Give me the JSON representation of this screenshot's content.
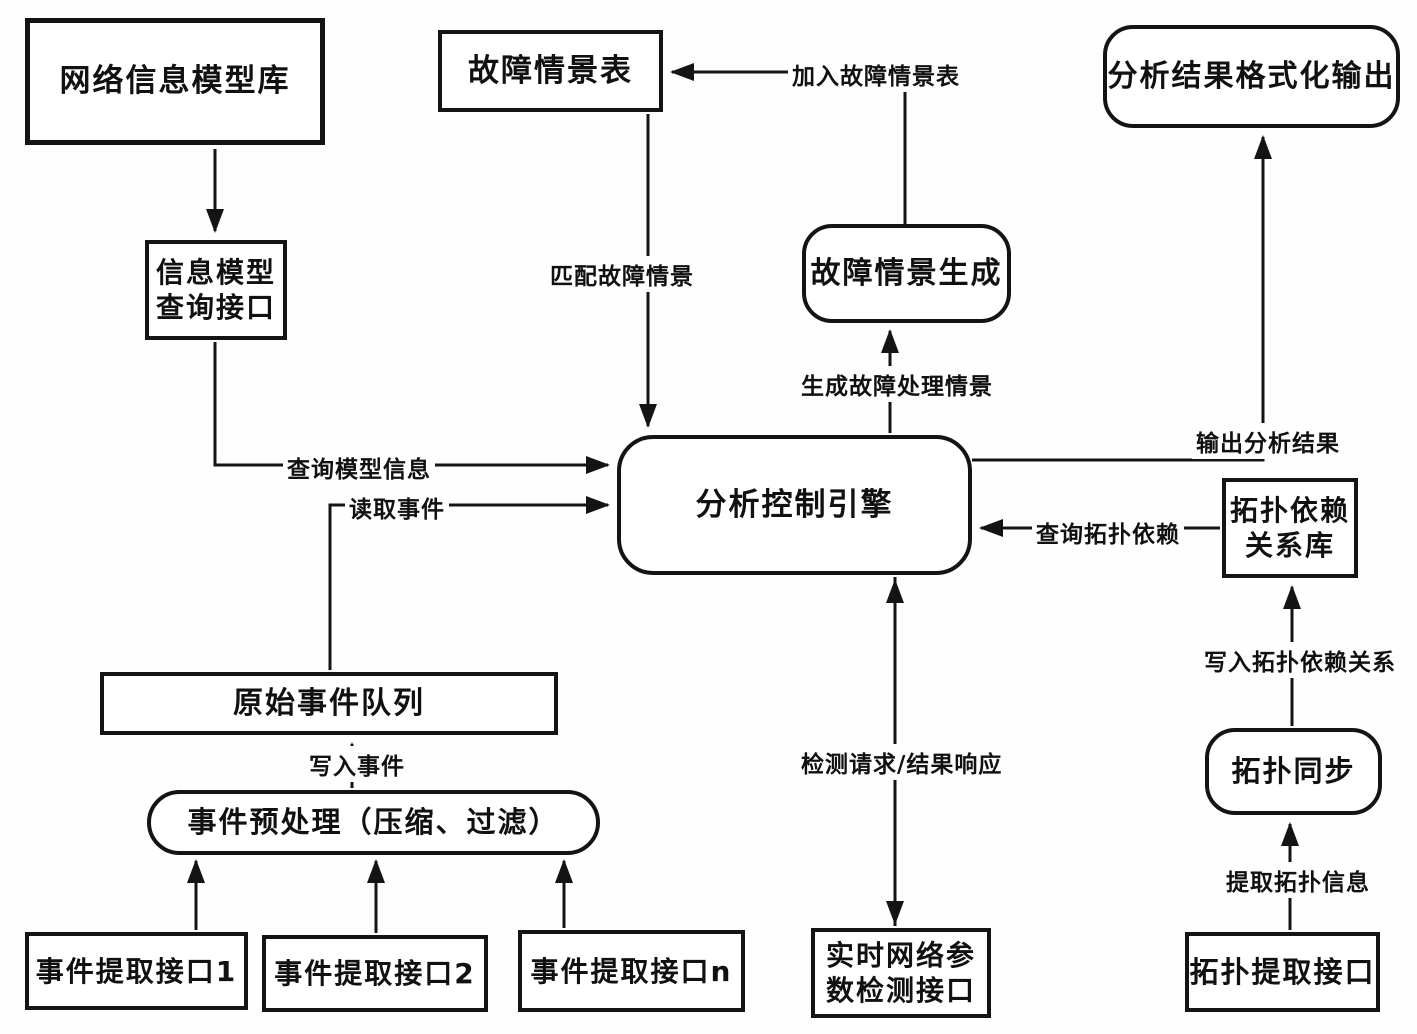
{
  "colors": {
    "background": "#fefefe",
    "ink": "#141414"
  },
  "nodes": {
    "network_model_lib": {
      "label": "网络信息模型库"
    },
    "info_model_query": {
      "line1": "信息模型",
      "line2": "查询接口"
    },
    "fault_scenario_table": {
      "label": "故障情景表"
    },
    "analysis_output": {
      "label": "分析结果格式化输出"
    },
    "fault_scenario_gen": {
      "label": "故障情景生成"
    },
    "analysis_engine": {
      "label": "分析控制引擎"
    },
    "topo_dep_lib": {
      "line1": "拓扑依赖",
      "line2": "关系库"
    },
    "raw_event_queue": {
      "label": "原始事件队列"
    },
    "event_preprocess": {
      "label": "事件预处理（压缩、过滤）"
    },
    "event_iface_1": {
      "label": "事件提取接口1"
    },
    "event_iface_2": {
      "label": "事件提取接口2"
    },
    "event_iface_n": {
      "label": "事件提取接口n"
    },
    "realtime_param_iface": {
      "line1": "实时网络参",
      "line2": "数检测接口"
    },
    "topo_sync": {
      "label": "拓扑同步"
    },
    "topo_extract_iface": {
      "label": "拓扑提取接口"
    }
  },
  "edge_labels": {
    "query_model_info": "查询模型信息",
    "read_event": "读取事件",
    "match_fault_scenario": "匹配故障情景",
    "add_fault_scenario": "加入故障情景表",
    "gen_fault_scenario": "生成故障处理情景",
    "output_result": "输出分析结果",
    "query_topo_dep": "查询拓扑依赖",
    "detect_request_response": "检测请求/结果响应",
    "write_event": "写入事件",
    "write_topo_dep": "写入拓扑依赖关系",
    "extract_topo_info": "提取拓扑信息"
  }
}
